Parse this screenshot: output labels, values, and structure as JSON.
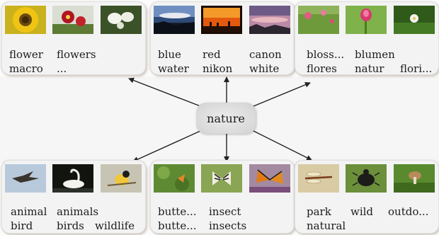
{
  "center": {
    "label": "nature"
  },
  "clusters": [
    {
      "tags": [
        {
          "row1": "flower",
          "row2": "macro"
        },
        {
          "row1": "flowers",
          "row2": "..."
        },
        {
          "row1": "",
          "row2": ""
        }
      ],
      "thumbnails": [
        "sunflower-photo",
        "red-flower-photo",
        "white-orchid-photo"
      ]
    },
    {
      "tags": [
        {
          "row1": "blue",
          "row2": "water"
        },
        {
          "row1": "red",
          "row2": "nikon"
        },
        {
          "row1": "canon",
          "row2": "white"
        }
      ],
      "thumbnails": [
        "coast-sunset-photo",
        "orange-sunset-silhouette-photo",
        "pink-sky-rocks-photo"
      ]
    },
    {
      "tags": [
        {
          "row1": "bloss...",
          "row2": "flores"
        },
        {
          "row1": "blumen",
          "row2": "natur"
        },
        {
          "row1": "",
          "row2": "flori..."
        }
      ],
      "thumbnails": [
        "pink-blossom-grass-photo",
        "pink-bud-photo",
        "white-flower-green-photo"
      ]
    },
    {
      "tags": [
        {
          "row1": "animal",
          "row2": "bird"
        },
        {
          "row1": "animals",
          "row2": "birds"
        },
        {
          "row1": "",
          "row2": "wildlife"
        }
      ],
      "thumbnails": [
        "flying-bird-photo",
        "swan-photo",
        "yellow-bird-photo"
      ]
    },
    {
      "tags": [
        {
          "row1": "butte...",
          "row2": "butte..."
        },
        {
          "row1": "insect",
          "row2": "insects"
        },
        {
          "row1": "",
          "row2": ""
        }
      ],
      "thumbnails": [
        "butterfly-leaves-photo",
        "striped-butterfly-photo",
        "monarch-butterfly-photo"
      ]
    },
    {
      "tags": [
        {
          "row1": "park",
          "row2": "natural"
        },
        {
          "row1": "wild",
          "row2": ""
        },
        {
          "row1": "outdo...",
          "row2": ""
        }
      ],
      "thumbnails": [
        "dragonfly-photo",
        "beetle-photo",
        "mushroom-grass-photo"
      ]
    }
  ]
}
